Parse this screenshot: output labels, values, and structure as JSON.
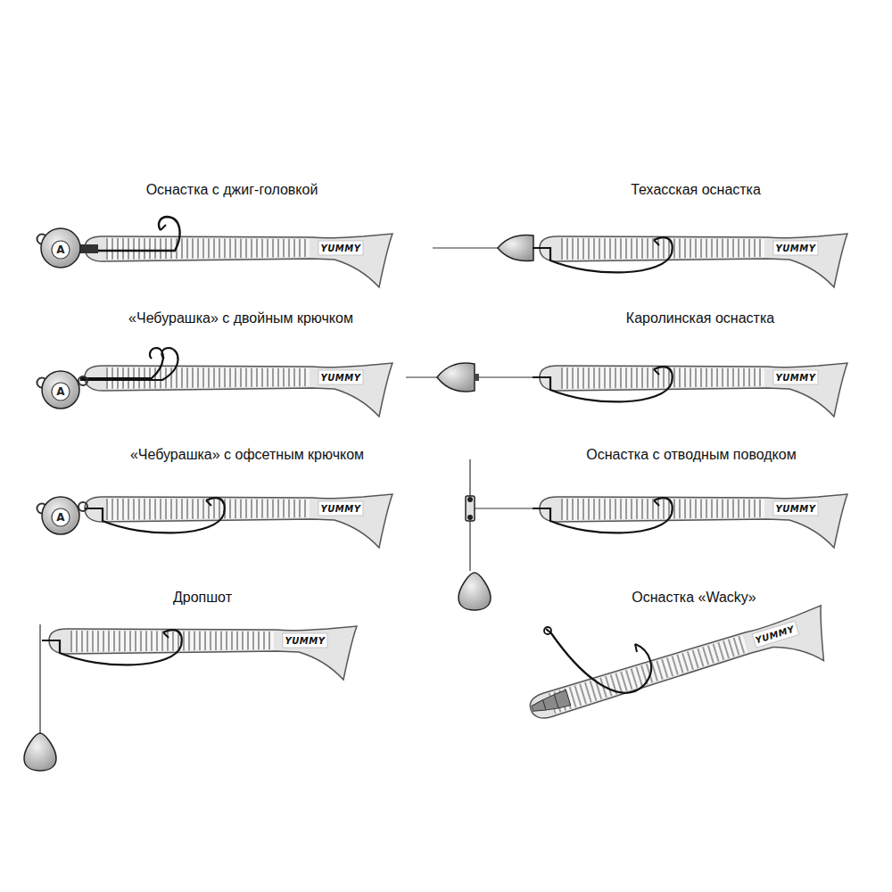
{
  "diagram": {
    "labels": [
      "Оснастка с джиг-головкой",
      "Техасская оснастка",
      "A",
      "YUMMY",
      "YUMMY",
      "«Чебурашка» с двойным крючком",
      "Каролинская оснастка",
      "A",
      "YUMMY",
      "YUMMY",
      "«Чебурашка» с офсетным крючком",
      "Оснастка с отводным поводком",
      "A",
      "YUMMY",
      "YUMMY",
      "Дропшот",
      "Оснастка «Wacky»",
      "YUMMY",
      "YUMMY"
    ]
  }
}
